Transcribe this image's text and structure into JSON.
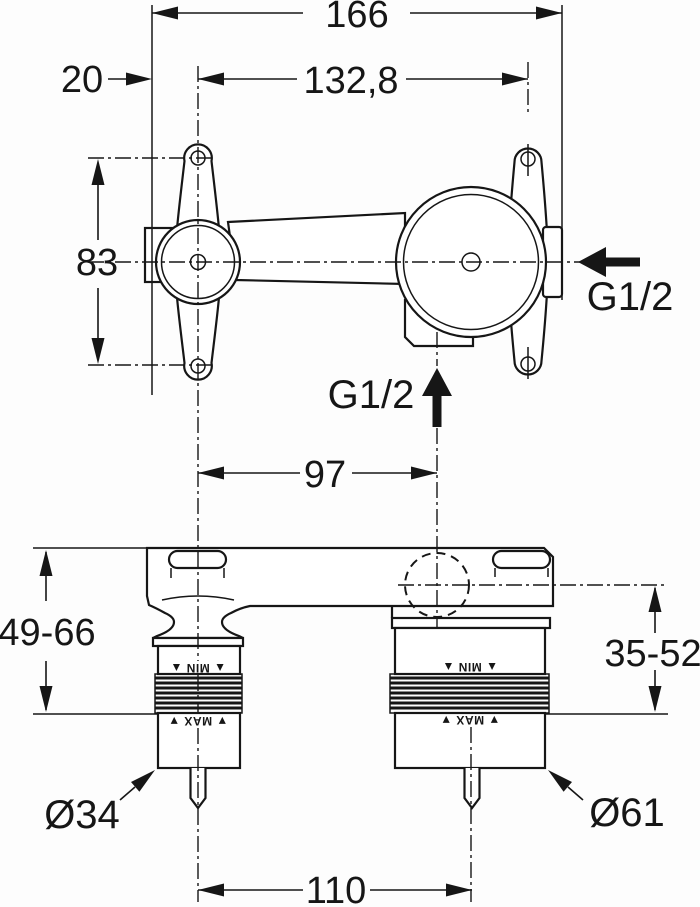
{
  "colors": {
    "line": "#161616",
    "background": "#fdfdfd"
  },
  "top_view": {
    "dim_overall_width": "166",
    "dim_edge_offset": "20",
    "dim_hole_spacing": "132,8",
    "dim_flange_height": "83",
    "label_side_inlet": "G1/2",
    "label_bottom_inlet": "G1/2",
    "dim_outlet_offset": "97"
  },
  "front_view": {
    "dim_mount_depth_left": "49-66",
    "dim_mount_depth_right": "35-52",
    "dim_left_diameter": "Ø34",
    "dim_right_diameter": "Ø61",
    "dim_center_distance": "110",
    "label_min": "▲ MIN ▲",
    "label_max": "▼ MAX ▼"
  }
}
